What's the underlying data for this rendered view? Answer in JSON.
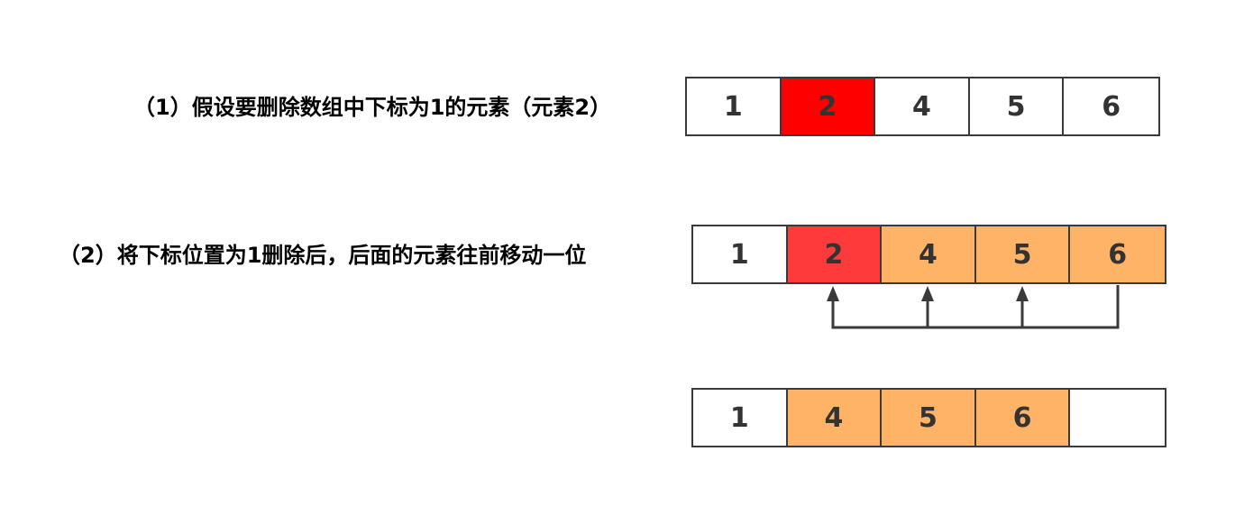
{
  "step1": {
    "caption": "（1）假设要删除数组中下标为1的元素（元素2）",
    "cells": [
      {
        "value": "1",
        "color": "#ffffff"
      },
      {
        "value": "2",
        "color": "#ff0000"
      },
      {
        "value": "4",
        "color": "#ffffff"
      },
      {
        "value": "5",
        "color": "#ffffff"
      },
      {
        "value": "6",
        "color": "#ffffff"
      }
    ]
  },
  "step2": {
    "caption": "（2）将下标位置为1删除后，后面的元素往前移动一位",
    "cells": [
      {
        "value": "1",
        "color": "#ffffff"
      },
      {
        "value": "2",
        "color": "#ff3a3a"
      },
      {
        "value": "4",
        "color": "#ffb366"
      },
      {
        "value": "5",
        "color": "#ffb366"
      },
      {
        "value": "6",
        "color": "#ffb366"
      }
    ],
    "arrows": {
      "from_index": 4,
      "to_indices": [
        1,
        2,
        3
      ],
      "color": "#3a3a3a"
    }
  },
  "step3": {
    "cells": [
      {
        "value": "1",
        "color": "#ffffff"
      },
      {
        "value": "4",
        "color": "#ffb366"
      },
      {
        "value": "5",
        "color": "#ffb366"
      },
      {
        "value": "6",
        "color": "#ffb366"
      },
      {
        "value": "",
        "color": "#ffffff"
      }
    ]
  }
}
